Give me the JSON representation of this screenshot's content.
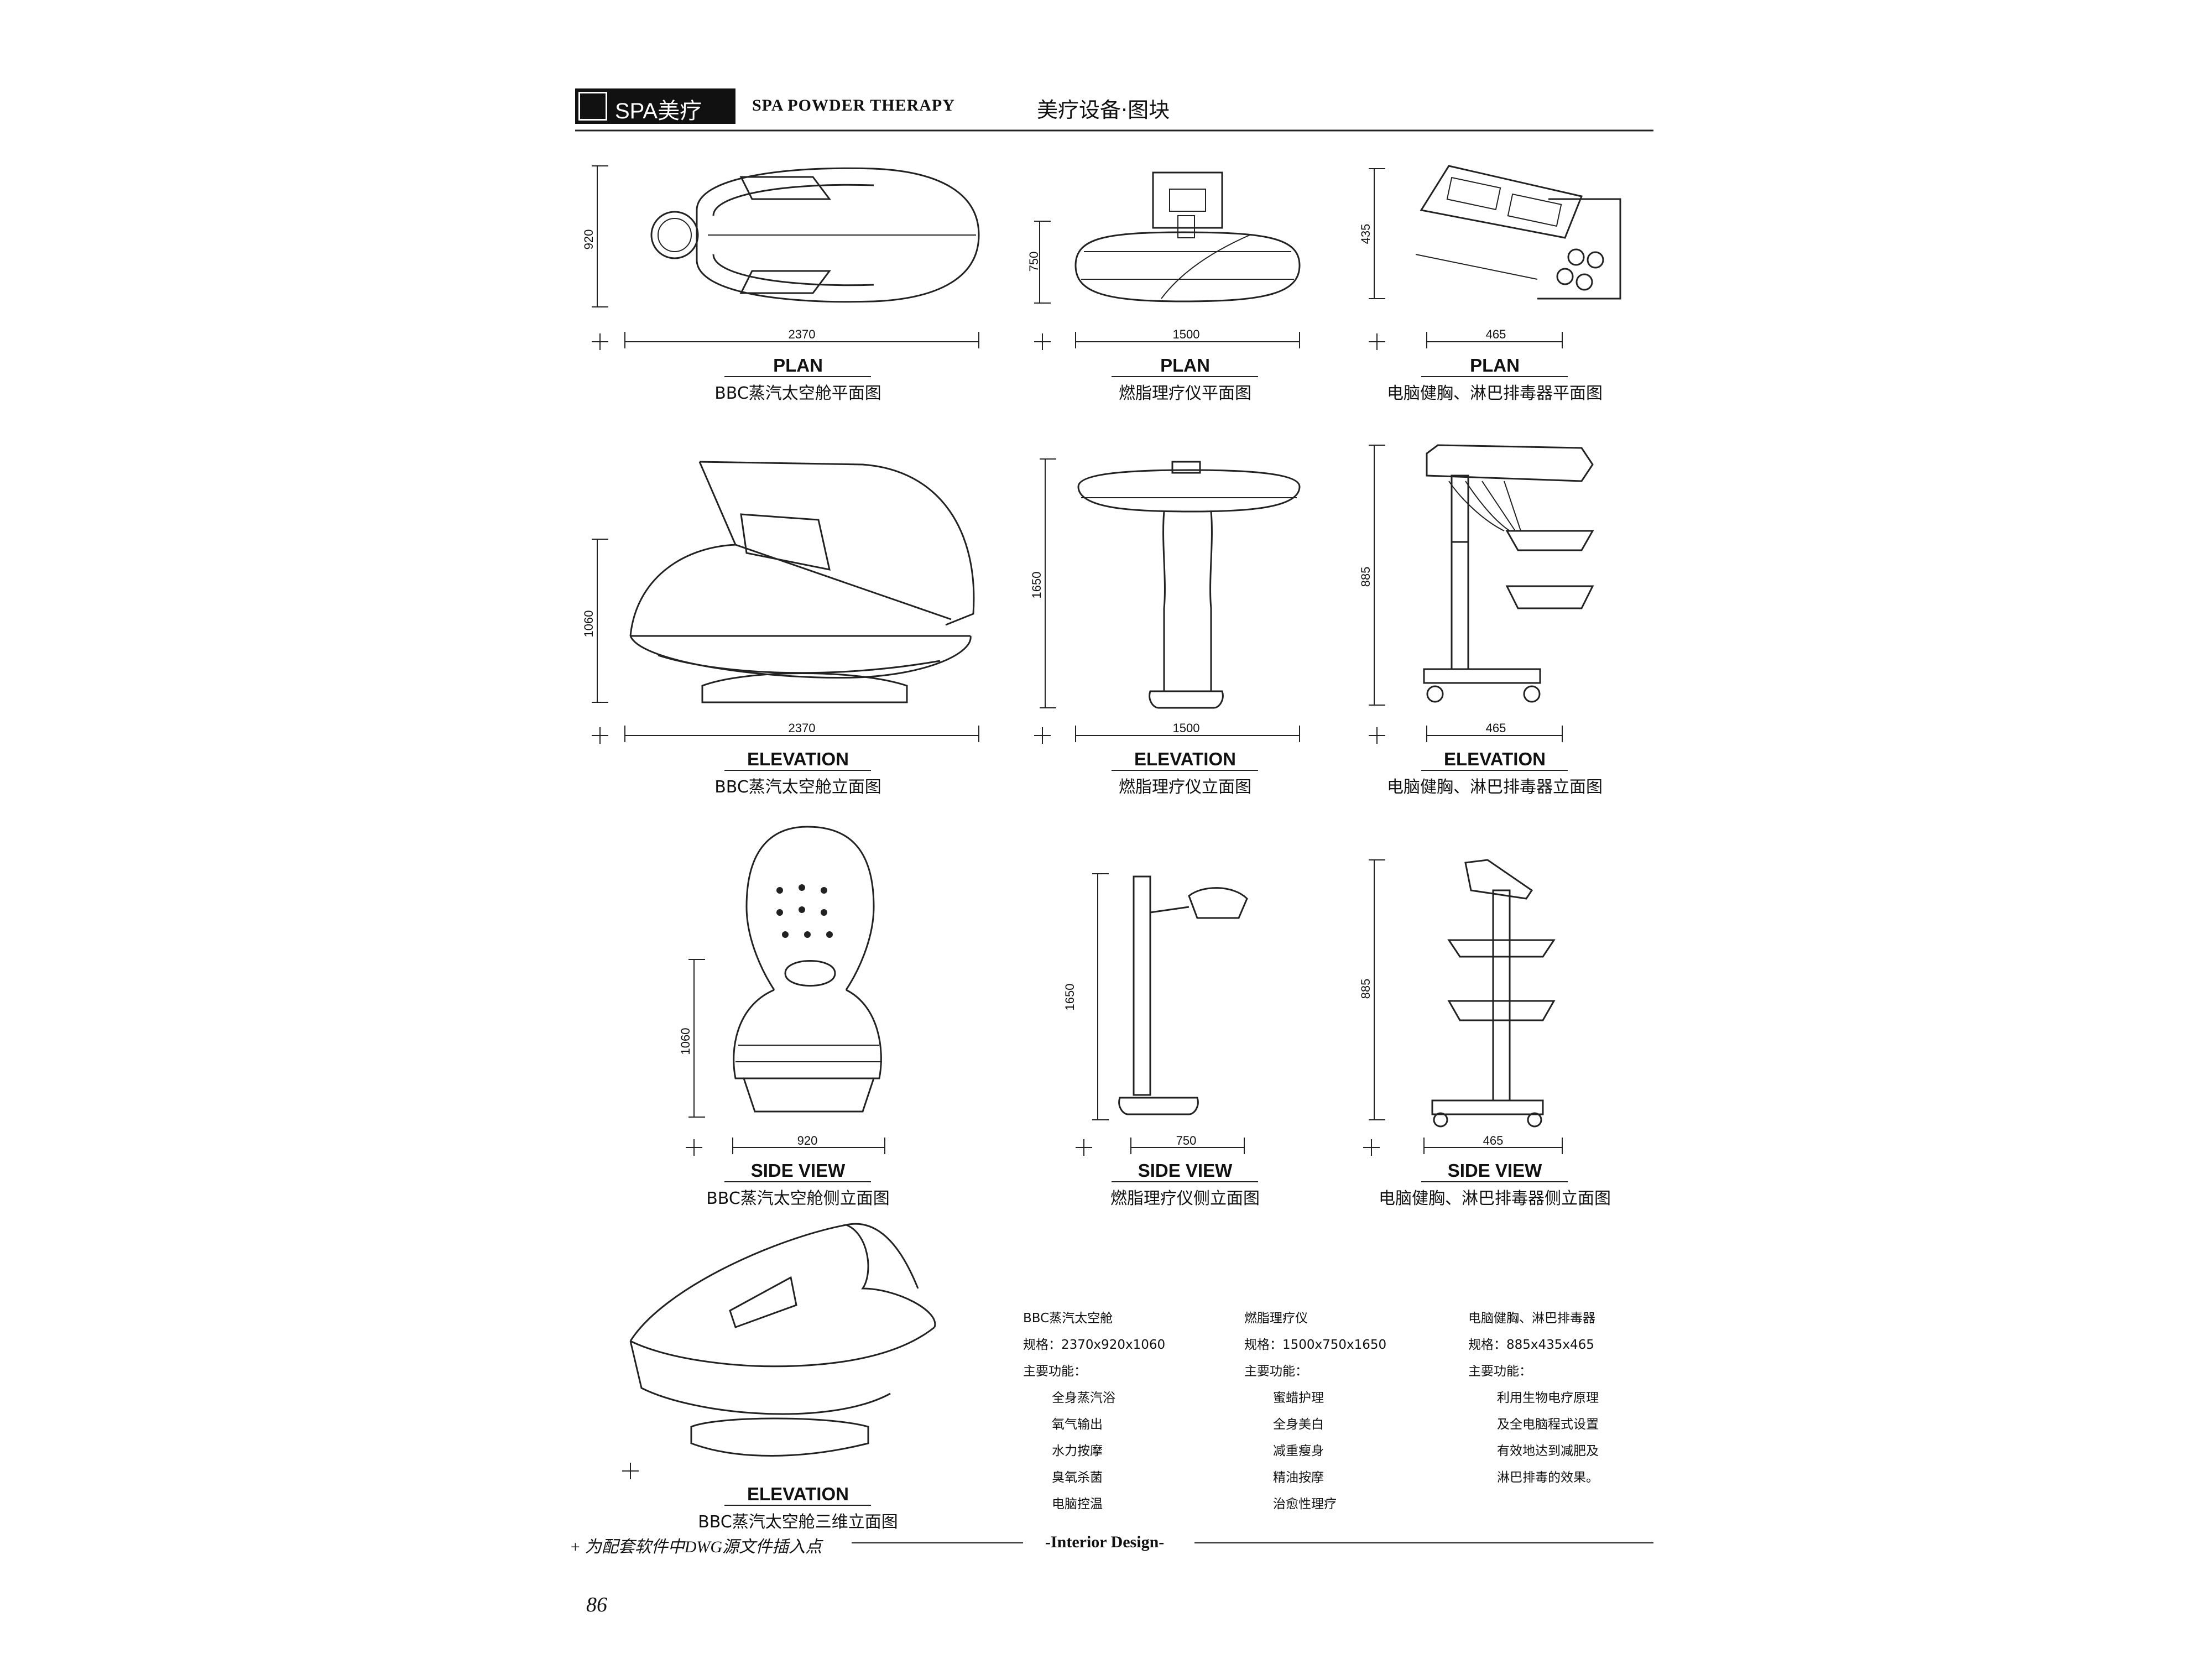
{
  "header": {
    "logo_text": "SPA美疗",
    "title_en": "SPA POWDER THERAPY",
    "title_cn": "美疗设备·图块"
  },
  "views": {
    "plan1": {
      "title": "PLAN",
      "caption": "BBC蒸汽太空舱平面图",
      "dim_w": "2370",
      "dim_h": "920"
    },
    "plan2": {
      "title": "PLAN",
      "caption": "燃脂理疗仪平面图",
      "dim_w": "1500",
      "dim_h": "750"
    },
    "plan3": {
      "title": "PLAN",
      "caption": "电脑健胸、淋巴排毒器平面图",
      "dim_w": "465",
      "dim_h": "435"
    },
    "elev1": {
      "title": "ELEVATION",
      "caption": "BBC蒸汽太空舱立面图",
      "dim_w": "2370",
      "dim_h": "1060"
    },
    "elev2": {
      "title": "ELEVATION",
      "caption": "燃脂理疗仪立面图",
      "dim_w": "1500",
      "dim_h": "1650"
    },
    "elev3": {
      "title": "ELEVATION",
      "caption": "电脑健胸、淋巴排毒器立面图",
      "dim_w": "465",
      "dim_h": "885"
    },
    "side1": {
      "title": "SIDE VIEW",
      "caption": "BBC蒸汽太空舱侧立面图",
      "dim_w": "920",
      "dim_h": "1060"
    },
    "side2": {
      "title": "SIDE VIEW",
      "caption": "燃脂理疗仪侧立面图",
      "dim_w": "750",
      "dim_h": "1650"
    },
    "side3": {
      "title": "SIDE VIEW",
      "caption": "电脑健胸、淋巴排毒器侧立面图",
      "dim_w": "465",
      "dim_h": "885"
    },
    "elev4": {
      "title": "ELEVATION",
      "caption": "BBC蒸汽太空舱三维立面图"
    }
  },
  "specs": [
    {
      "name": "BBC蒸汽太空舱",
      "size": "规格：2370x920x1060",
      "func_label": "主要功能：",
      "functions": [
        "全身蒸汽浴",
        "氧气输出",
        "水力按摩",
        "臭氧杀菌",
        "电脑控温"
      ]
    },
    {
      "name": "燃脂理疗仪",
      "size": "规格：1500x750x1650",
      "func_label": "主要功能：",
      "functions": [
        "蜜蜡护理",
        "全身美白",
        "减重瘦身",
        "精油按摩",
        "治愈性理疗"
      ]
    },
    {
      "name": "电脑健胸、淋巴排毒器",
      "size": "规格：885x435x465",
      "func_label": "主要功能：",
      "functions": [
        "利用生物电疗原理",
        "及全电脑程式设置",
        "有效地达到减肥及",
        "淋巴排毒的效果。"
      ]
    }
  ],
  "footer": {
    "note": "+ 为配套软件中DWG源文件插入点",
    "design": "-Interior Design-",
    "page_number": "86"
  }
}
